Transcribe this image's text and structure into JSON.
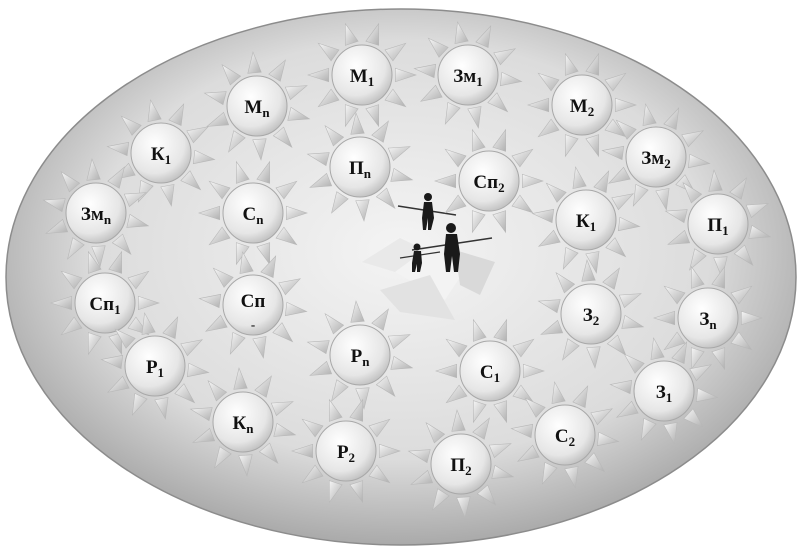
{
  "diagram": {
    "colors": {
      "ellipse_light": "#efefef",
      "ellipse_dark": "#9a9a9a",
      "sun_fill_light": "#fafafa",
      "sun_fill_dark": "#c9c9c9",
      "ray_light": "#f2f2f2",
      "ray_dark": "#b5b5b5",
      "text": "#111111"
    },
    "center_image": {
      "icon": "businessmen-on-rope-icon"
    },
    "nodes": [
      {
        "base": "М",
        "sub": "1"
      },
      {
        "base": "Зм",
        "sub": "1"
      },
      {
        "base": "М",
        "sub": "n"
      },
      {
        "base": "М",
        "sub": "2"
      },
      {
        "base": "К",
        "sub": "1"
      },
      {
        "base": "П",
        "sub": "n"
      },
      {
        "base": "Сп",
        "sub": "2"
      },
      {
        "base": "Зм",
        "sub": "2"
      },
      {
        "base": "Зм",
        "sub": "n"
      },
      {
        "base": "С",
        "sub": "n"
      },
      {
        "base": "К",
        "sub": "1"
      },
      {
        "base": "П",
        "sub": "1"
      },
      {
        "base": "Сп",
        "sub": "1"
      },
      {
        "base": "Сп",
        "sub": "-"
      },
      {
        "base": "З",
        "sub": "2"
      },
      {
        "base": "З",
        "sub": "n"
      },
      {
        "base": "Р",
        "sub": "1"
      },
      {
        "base": "Р",
        "sub": "n"
      },
      {
        "base": "С",
        "sub": "1"
      },
      {
        "base": "З",
        "sub": "1"
      },
      {
        "base": "К",
        "sub": "n"
      },
      {
        "base": "Р",
        "sub": "2"
      },
      {
        "base": "С",
        "sub": "2"
      },
      {
        "base": "П",
        "sub": "2"
      }
    ]
  }
}
